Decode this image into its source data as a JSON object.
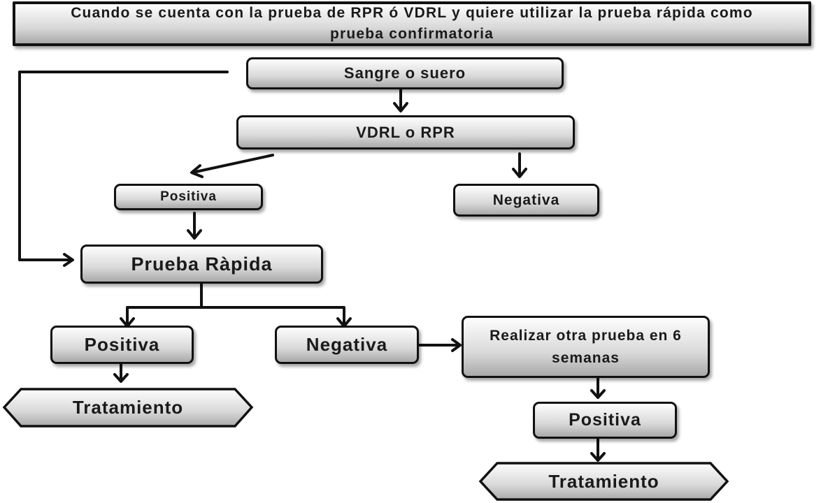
{
  "title": "Cuando se cuenta con la prueba de RPR ó VDRL y quiere utilizar la prueba rápida como prueba confirmatoria",
  "nodes": {
    "sample": "Sangre o suero",
    "screening": "VDRL o RPR",
    "screening_positive": "Positiva",
    "screening_negative": "Negativa",
    "rapid_test": "Prueba Ràpida",
    "rapid_positive": "Positiva",
    "rapid_negative": "Negativa",
    "retest": "Realizar otra prueba en 6 semanas",
    "treatment_1": "Tratamiento",
    "retest_positive": "Positiva",
    "treatment_2": "Tratamiento"
  }
}
